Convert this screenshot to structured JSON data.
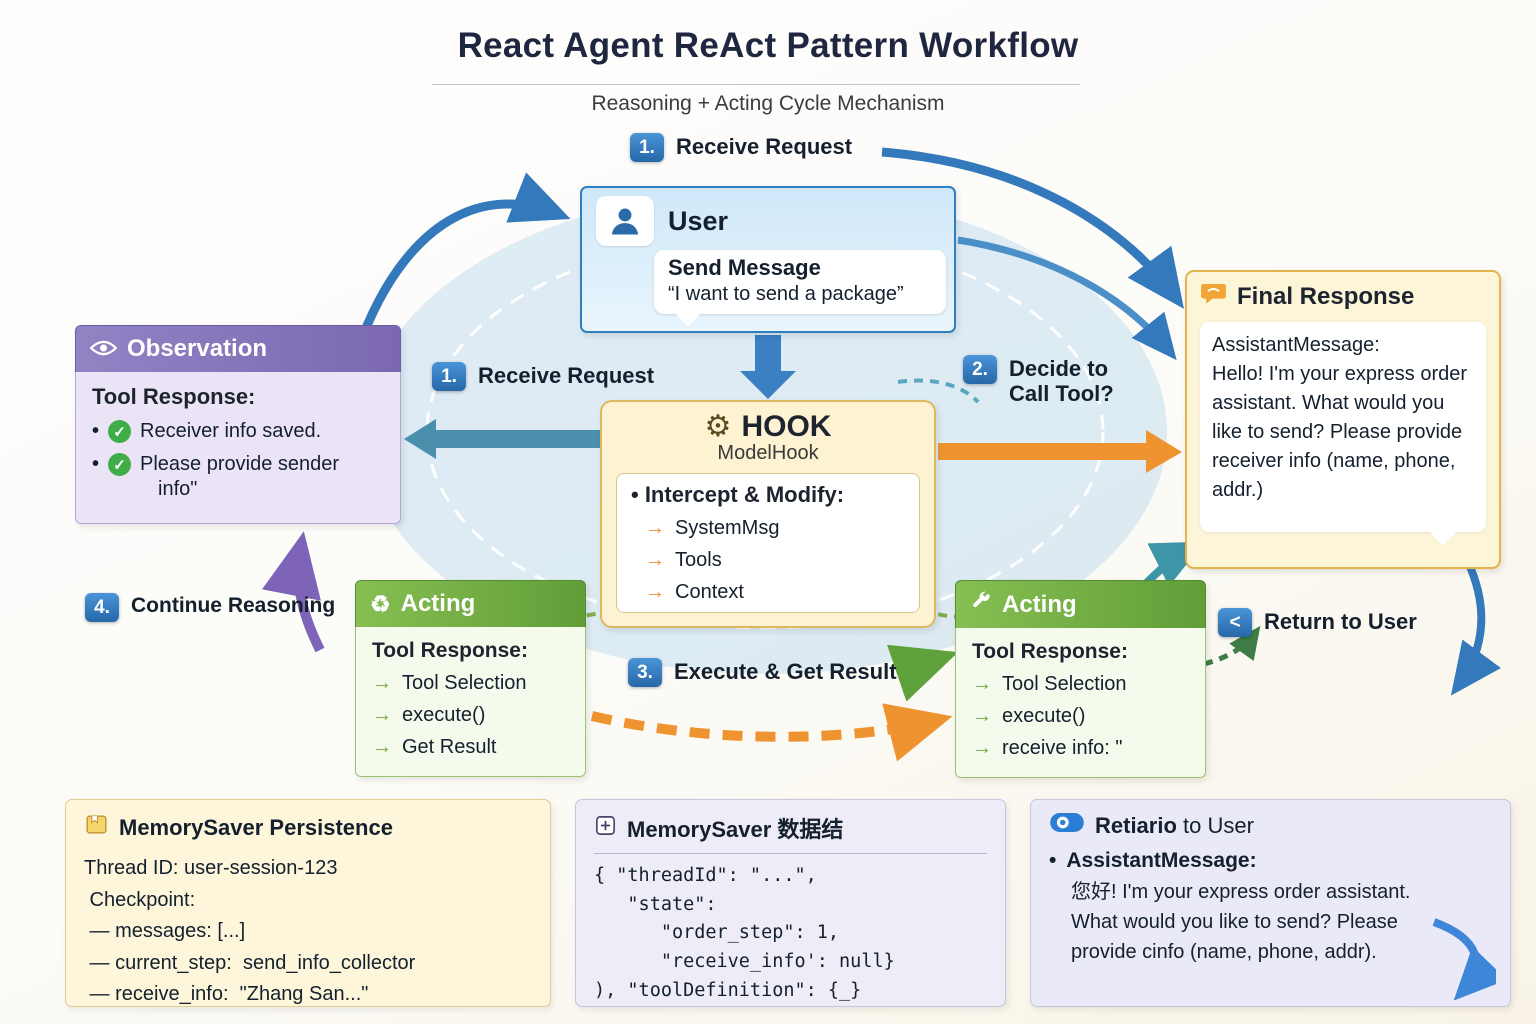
{
  "colors": {
    "blue": "#3579bd",
    "teal": "#4a90ad",
    "orange": "#ef9330",
    "purple": "#7e64b8",
    "green": "#6aa83e",
    "panel_yellow": "#fdf3d3"
  },
  "icons": {
    "check": "✓",
    "gear": "⚙",
    "recycle": "♻",
    "arrow": "→",
    "bullet": "•",
    "back": "<"
  },
  "header": {
    "title": "React Agent ReAct Pattern Workflow",
    "subtitle": "Reasoning + Acting Cycle Mechanism"
  },
  "labels": {
    "top_receive": {
      "num": "1.",
      "text": "Receive Request"
    },
    "receive": {
      "num": "1.",
      "text": "Receive Request"
    },
    "decide": {
      "num": "2.",
      "text": "Decide to Call Tool?"
    },
    "execute": {
      "num": "3.",
      "text": "Execute & Get Result"
    },
    "continue_reasoning": {
      "num": "4.",
      "text": "Continue Reasoning"
    },
    "return_to_user": {
      "num": "<",
      "text": "Return to User"
    }
  },
  "user_box": {
    "title": "User",
    "message_title": "Send Message",
    "message_quote": "“I want to send a package”"
  },
  "observation_box": {
    "title": "Observation",
    "subtitle": "Tool Response:",
    "items": [
      "Receiver info saved.",
      "Please provide sender",
      "info\""
    ]
  },
  "hook_box": {
    "title": "HOOK",
    "subtitle": "ModelHook",
    "list_title": "• Intercept & Modify:",
    "items": [
      "SystemMsg",
      "Tools",
      "Context"
    ]
  },
  "final_response_box": {
    "title": "Final Response",
    "message_label": "AssistantMessage:",
    "message": "Hello! I'm your express order assistant. What would you like to send? Please provide receiver info (name, phone, addr.)"
  },
  "acting_left_box": {
    "title": "Acting",
    "subtitle": "Tool Response:",
    "items": [
      "Tool Selection",
      "execute()",
      "Get Result"
    ]
  },
  "acting_right_box": {
    "title": "Acting",
    "subtitle": "Tool Response:",
    "items": [
      "Tool Selection",
      "execute()",
      "receive info: \""
    ]
  },
  "memory_box": {
    "title": "MemorySaver Persistence",
    "lines": [
      "Thread ID: user-session-123",
      " Checkpoint:",
      " — messages: [...]",
      " — current_step:  send_info_collector",
      " — receive_info:  \"Zhang San...\""
    ]
  },
  "structure_box": {
    "title": "MemorySaver 数据结",
    "code_lines": [
      "{ \"threadId\": \"...\",",
      "   \"state\":",
      "      \"order_step\": 1,",
      "      \"receive_info': null}",
      "), \"toolDefinition\": {_}"
    ]
  },
  "return_box": {
    "title_bold": "Retiario",
    "title_rest": " to User",
    "bullet": "•",
    "bullet_label": "AssistantMessage:",
    "message": "您好! I'm your express order assistant. What would you like to send? Please provide cinfo (name, phone, addr)."
  }
}
